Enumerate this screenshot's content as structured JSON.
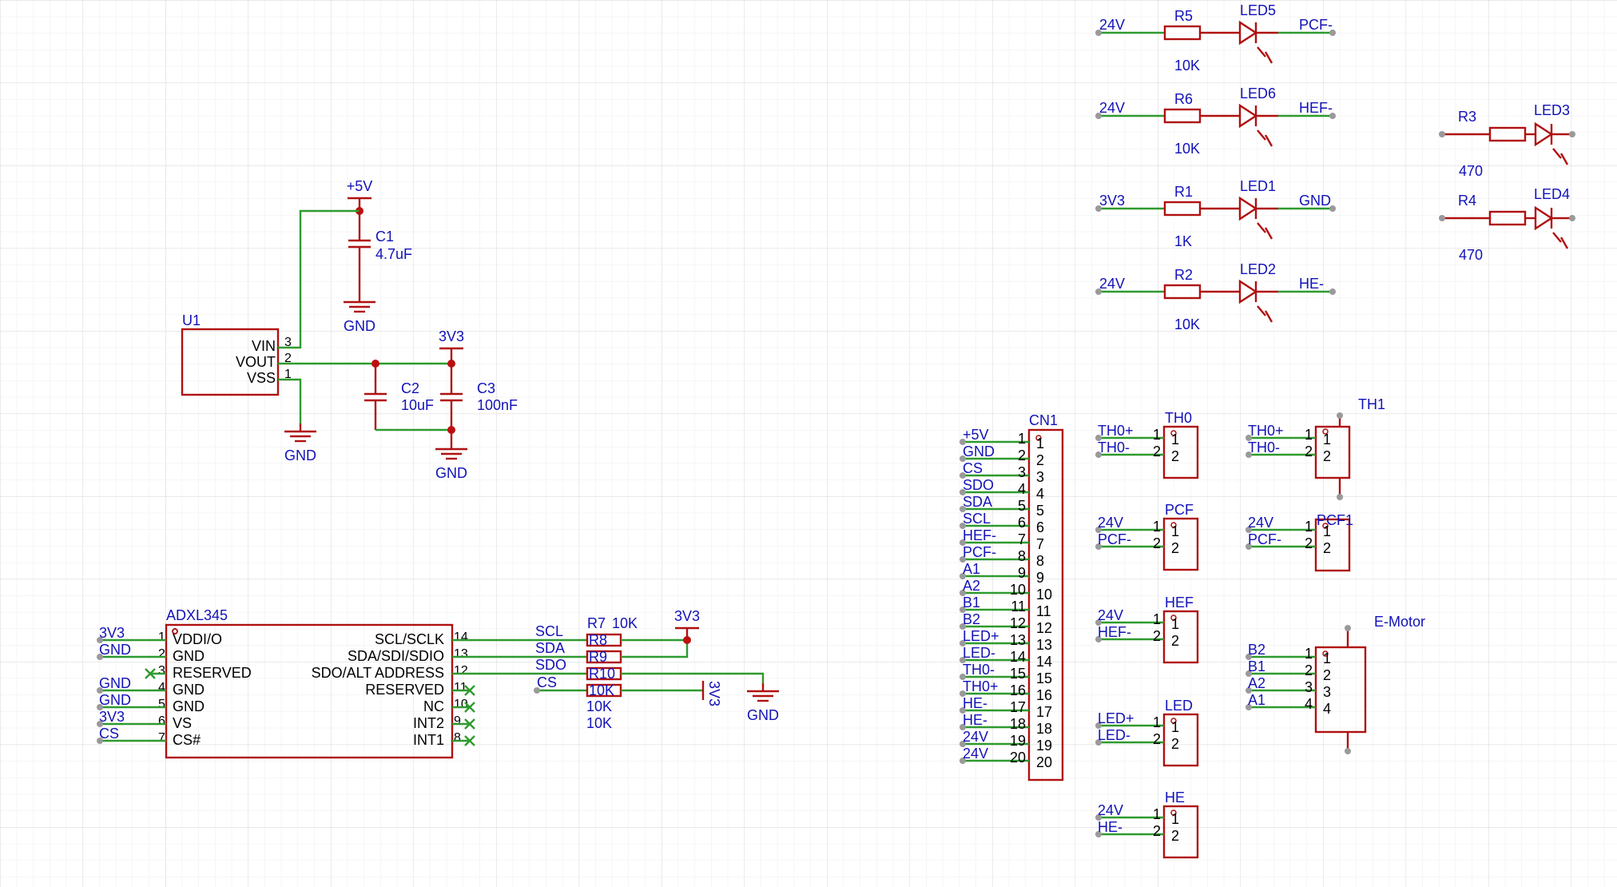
{
  "power": {
    "p5v": "+5V",
    "p3v3": "3V3",
    "gnd": "GND"
  },
  "u1": {
    "ref": "U1",
    "pins": [
      "VIN",
      "VOUT",
      "VSS"
    ],
    "nums": [
      "3",
      "2",
      "1"
    ]
  },
  "c1": {
    "ref": "C1",
    "val": "4.7uF"
  },
  "c2": {
    "ref": "C2",
    "val": "10uF"
  },
  "c3": {
    "ref": "C3",
    "val": "100nF"
  },
  "adxl": {
    "ref": "ADXL345",
    "left_pins": [
      "VDDI/O",
      "GND",
      "RESERVED",
      "GND",
      "GND",
      "VS",
      "CS#"
    ],
    "left_nums": [
      "1",
      "2",
      "3",
      "4",
      "5",
      "6",
      "7"
    ],
    "left_nets": [
      "3V3",
      "GND",
      "",
      "GND",
      "GND",
      "3V3",
      "CS"
    ],
    "right_pins": [
      "SCL/SCLK",
      "SDA/SDI/SDIO",
      "SDO/ALT ADDRESS",
      "RESERVED",
      "NC",
      "INT2",
      "INT1"
    ],
    "right_nums": [
      "14",
      "13",
      "12",
      "11",
      "10",
      "9",
      "8"
    ],
    "right_nets": [
      "SCL",
      "SDA",
      "SDO",
      "CS"
    ]
  },
  "pullups": {
    "r7ref": "R7",
    "r7val": "10K",
    "refs": [
      "R8",
      "R9",
      "R10",
      "10K"
    ],
    "vals": [
      "10K",
      "10K"
    ]
  },
  "leds": [
    {
      "net": "24V",
      "r": "R5",
      "rv": "10K",
      "led": "LED5",
      "out": "PCF-"
    },
    {
      "net": "24V",
      "r": "R6",
      "rv": "10K",
      "led": "LED6",
      "out": "HEF-"
    },
    {
      "net": "3V3",
      "r": "R1",
      "rv": "1K",
      "led": "LED1",
      "out": "GND"
    },
    {
      "net": "24V",
      "r": "R2",
      "rv": "10K",
      "led": "LED2",
      "out": "HE-"
    }
  ],
  "leds_right": [
    {
      "r": "R3",
      "rv": "470",
      "led": "LED3"
    },
    {
      "r": "R4",
      "rv": "470",
      "led": "LED4"
    }
  ],
  "cn1": {
    "ref": "CN1",
    "nets": [
      "+5V",
      "GND",
      "CS",
      "SDO",
      "SDA",
      "SCL",
      "HEF-",
      "PCF-",
      "A1",
      "A2",
      "B1",
      "B2",
      "LED+",
      "LED-",
      "TH0-",
      "TH0+",
      "HE-",
      "HE-",
      "24V",
      "24V"
    ]
  },
  "connectors": [
    {
      "ref": "TH0",
      "nets": [
        "TH0+",
        "TH0-"
      ]
    },
    {
      "ref": "PCF",
      "nets": [
        "24V",
        "PCF-"
      ]
    },
    {
      "ref": "HEF",
      "nets": [
        "24V",
        "HEF-"
      ]
    },
    {
      "ref": "LED",
      "nets": [
        "LED+",
        "LED-"
      ]
    },
    {
      "ref": "HE",
      "nets": [
        "24V",
        "HE-"
      ]
    }
  ],
  "th1": {
    "ref": "TH1",
    "nets": [
      "TH0+",
      "TH0-"
    ]
  },
  "pcf1": {
    "ref": "PCF1",
    "nets": [
      "24V",
      "PCF-"
    ]
  },
  "emotor": {
    "ref": "E-Motor",
    "nets": [
      "B2",
      "B1",
      "A2",
      "A1"
    ]
  }
}
